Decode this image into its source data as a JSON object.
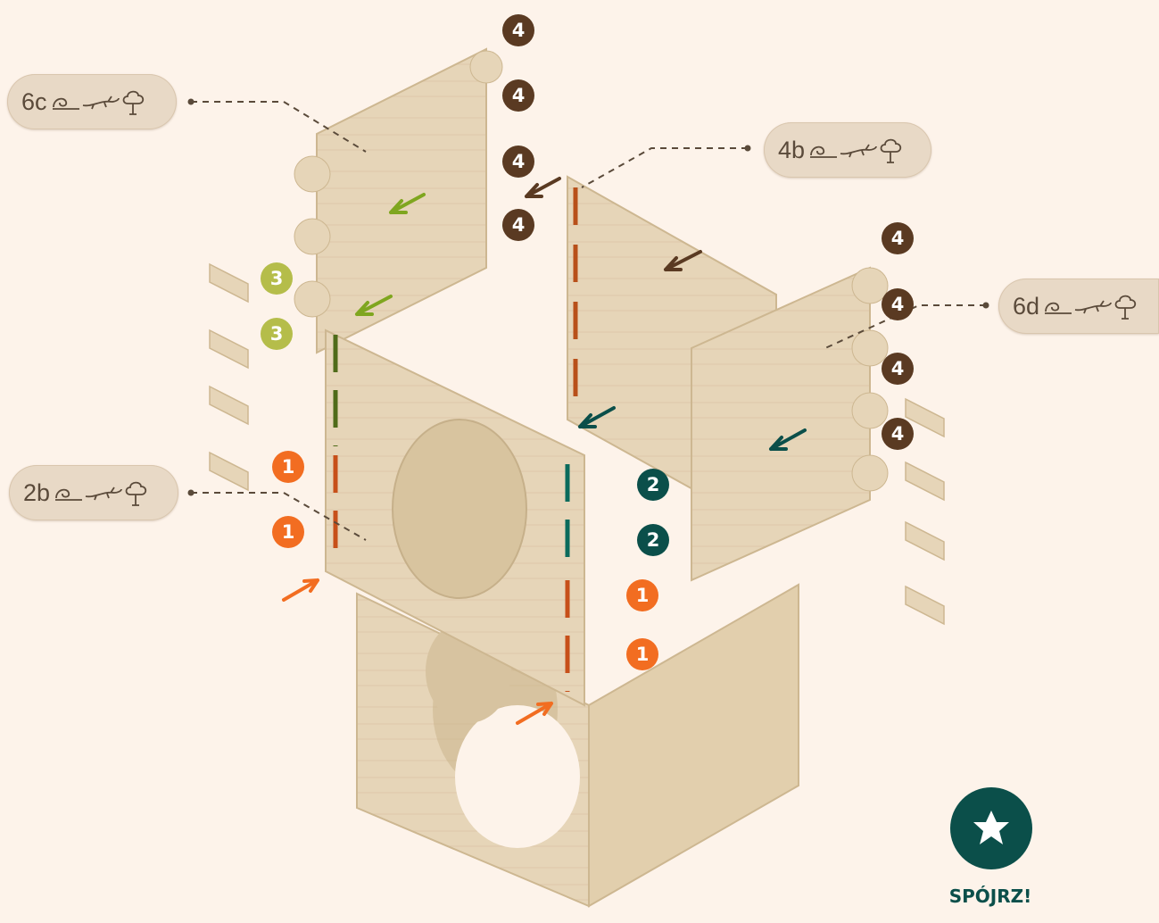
{
  "labels": {
    "part_6c": "6c",
    "part_4b": "4b",
    "part_6d": "6d",
    "part_2b": "2b"
  },
  "steps": {
    "one": "1",
    "two": "2",
    "three": "3",
    "four": "4"
  },
  "look": {
    "label": "SPÓJRZ!",
    "icon": "star-icon"
  },
  "colors": {
    "background": "#fdf3ea",
    "step1": "#f26d21",
    "step2": "#0b4f4a",
    "step3": "#b5bd4a",
    "step4": "#5a3a22",
    "wood": "#e6d5b8"
  },
  "icons": [
    "snail-icon",
    "lizard-icon",
    "tree-icon"
  ]
}
